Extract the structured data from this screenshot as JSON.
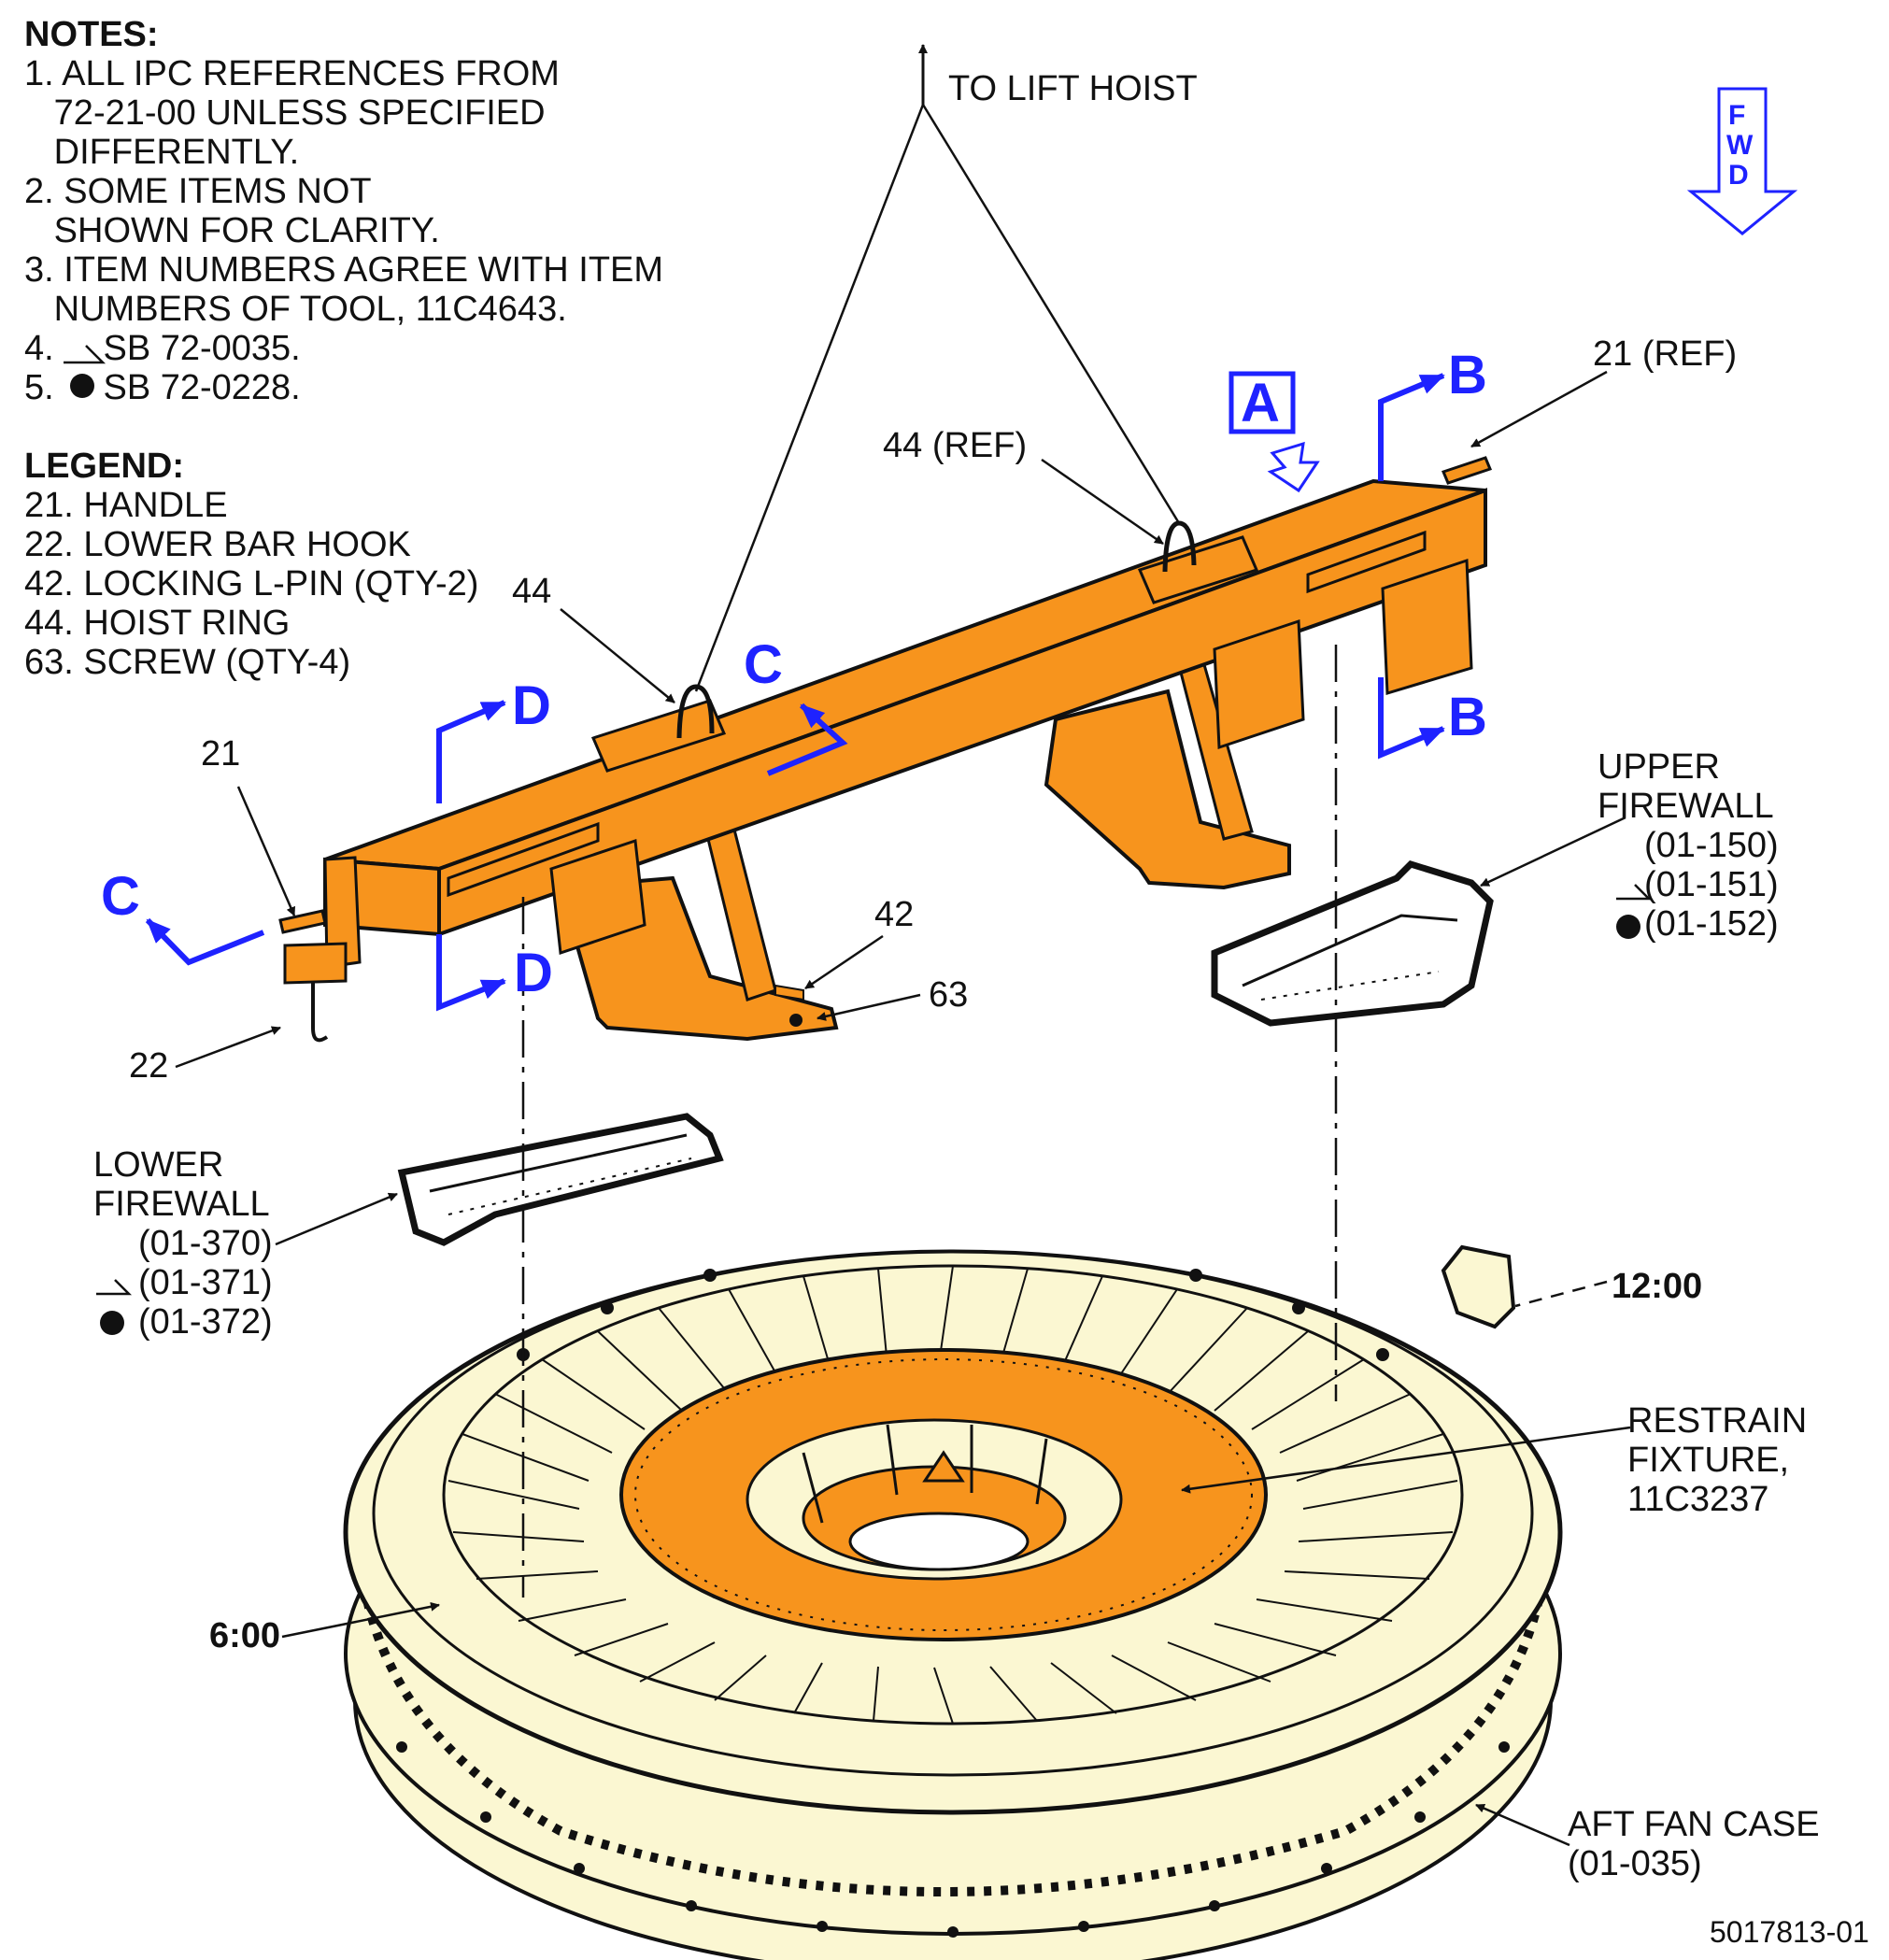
{
  "notes": {
    "heading": "NOTES:",
    "lines": [
      "1. ALL IPC REFERENCES FROM",
      "   72-21-00 UNLESS SPECIFIED",
      "   DIFFERENTLY.",
      "2. SOME ITEMS NOT",
      "   SHOWN FOR CLARITY.",
      "3. ITEM NUMBERS AGREE WITH ITEM",
      "   NUMBERS OF TOOL, 11C4643.",
      "4.     SB 72-0035.",
      "5.     SB 72-0228."
    ]
  },
  "legend": {
    "heading": "LEGEND:",
    "items": [
      "21. HANDLE",
      "22. LOWER BAR HOOK",
      "42. LOCKING L-PIN (QTY-2)",
      "44. HOIST RING",
      "63. SCREW (QTY-4)"
    ]
  },
  "labels": {
    "to_lift_hoist": "TO LIFT HOIST",
    "fwd": [
      "F",
      "W",
      "D"
    ],
    "view_a": "A",
    "section_b": "B",
    "section_c": "C",
    "section_d": "D",
    "item_21_ref": "21 (REF)",
    "item_44_ref": "44 (REF)",
    "item_44": "44",
    "item_21": "21",
    "item_22": "22",
    "item_42": "42",
    "item_63": "63",
    "upper_firewall": [
      "UPPER",
      "FIREWALL",
      "(01-150)",
      "(01-151)",
      "(01-152)"
    ],
    "lower_firewall": [
      "LOWER",
      "FIREWALL",
      "(01-370)",
      "(01-371)",
      "(01-372)"
    ],
    "clock_12": "12:00",
    "clock_6": "6:00",
    "restrain_fixture": [
      "RESTRAIN",
      "FIXTURE,",
      "11C3237"
    ],
    "aft_fan_case": [
      "AFT FAN CASE",
      "(01-035)"
    ],
    "figure_id": "5017813-01"
  },
  "colors": {
    "tool_orange": "#f7941d",
    "case_cream": "#fbf7d2",
    "section_blue": "#1e22ff",
    "line": "#111111"
  }
}
